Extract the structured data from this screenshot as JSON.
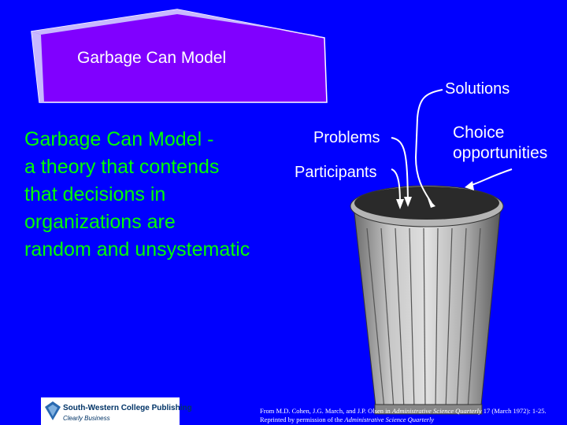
{
  "title": {
    "text": "Garbage Can Model"
  },
  "labels": {
    "solutions": "Solutions",
    "problems": "Problems",
    "participants": "Participants",
    "choice_line1": "Choice",
    "choice_line2": "opportunities"
  },
  "definition": {
    "lines": [
      "Garbage Can Model -",
      "a theory that contends",
      "that decisions in",
      "organizations are",
      "random and unsystematic"
    ]
  },
  "logo": {
    "name": "South-Western College Publishing",
    "tagline": "Clearly Business"
  },
  "citation": {
    "line1_prefix": "From M.D. Cohen, J.G. March, and J.P. Olsen in ",
    "line1_journal": "Administrative Science Quarterly",
    "line1_suffix": " 17 (March 1972): 1-25.",
    "line2_prefix": "Reprinted by permission of the ",
    "line2_journal": "Administrative Science Quarterly"
  },
  "colors": {
    "background": "#0000ff",
    "title_box": "#8000ff",
    "definition_text": "#00ff00",
    "label_text": "#ffffff"
  },
  "icons": [
    "garbage-can-icon",
    "arrow-icon",
    "publisher-logo-icon"
  ]
}
